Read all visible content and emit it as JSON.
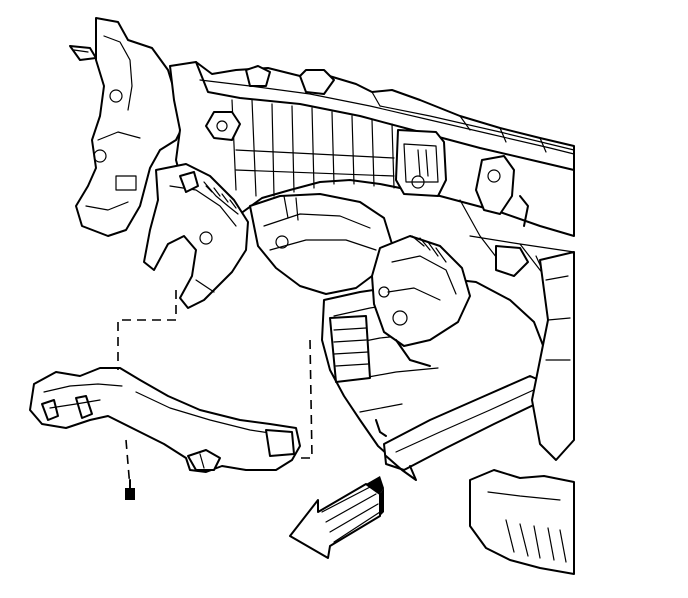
{
  "figure": {
    "kind": "exploded-view line drawing",
    "parts": [
      {
        "id": "instrument-panel-carrier",
        "icon": "dashboard-carrier-icon"
      },
      {
        "id": "hvac-module",
        "icon": "hvac-module-icon"
      },
      {
        "id": "lower-support-bracket",
        "icon": "bracket-icon"
      },
      {
        "id": "fastener-bolt",
        "icon": "bolt-icon"
      },
      {
        "id": "removal-direction-arrow",
        "icon": "arrow-icon"
      }
    ],
    "colors": {
      "line": "#000000",
      "background": "#ffffff"
    }
  }
}
